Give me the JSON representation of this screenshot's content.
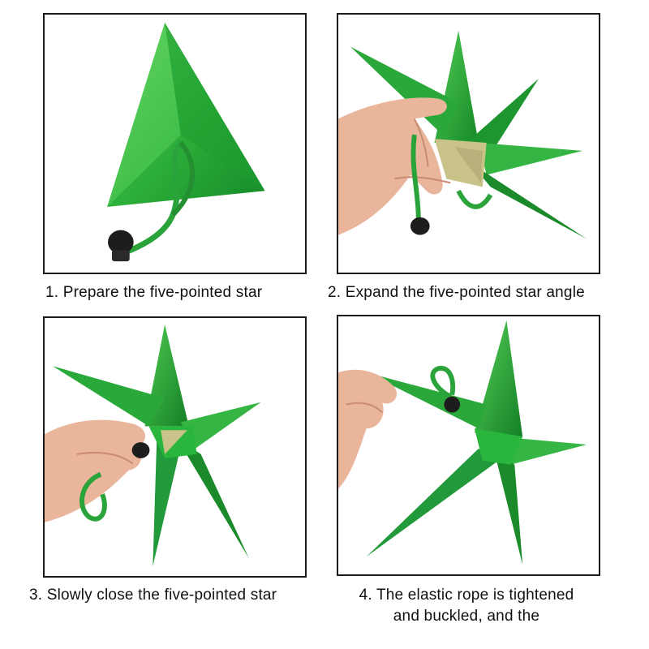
{
  "steps": [
    {
      "caption": "1. Prepare the five-pointed star"
    },
    {
      "caption": "2. Expand the five-pointed star angle"
    },
    {
      "caption": "3. Slowly close the five-pointed star"
    },
    {
      "caption_line1": "4. The elastic rope is tightened",
      "caption_line2": "and buckled, and the"
    }
  ],
  "colors": {
    "star_light": "#3fbf47",
    "star_mid": "#25a534",
    "star_dark": "#137f25",
    "rope": "#2aa33a",
    "skin": "#e9b59b",
    "skin_shadow": "#c98b74",
    "stopper": "#1d1d1d",
    "frame": "#1a1a1a"
  },
  "icons": [
    "star-illustration",
    "hand-illustration",
    "rope-illustration",
    "stopper-illustration"
  ]
}
